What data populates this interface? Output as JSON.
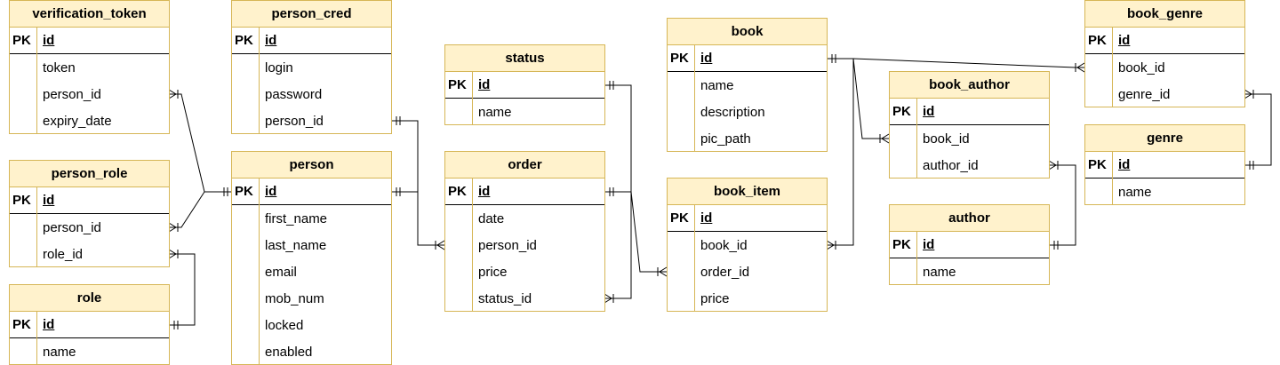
{
  "diagram": {
    "entities": {
      "verification_token": {
        "title": "verification_token",
        "pk_label": "PK",
        "pk": "id",
        "fields": [
          "token",
          "person_id",
          "expiry_date"
        ]
      },
      "person_cred": {
        "title": "person_cred",
        "pk_label": "PK",
        "pk": "id",
        "fields": [
          "login",
          "password",
          "person_id"
        ]
      },
      "status": {
        "title": "status",
        "pk_label": "PK",
        "pk": "id",
        "fields": [
          "name"
        ]
      },
      "book": {
        "title": "book",
        "pk_label": "PK",
        "pk": "id",
        "fields": [
          "name",
          "description",
          "pic_path"
        ]
      },
      "book_genre": {
        "title": "book_genre",
        "pk_label": "PK",
        "pk": "id",
        "fields": [
          "book_id",
          "genre_id"
        ]
      },
      "book_author": {
        "title": "book_author",
        "pk_label": "PK",
        "pk": "id",
        "fields": [
          "book_id",
          "author_id"
        ]
      },
      "genre": {
        "title": "genre",
        "pk_label": "PK",
        "pk": "id",
        "fields": [
          "name"
        ]
      },
      "person_role": {
        "title": "person_role",
        "pk_label": "PK",
        "pk": "id",
        "fields": [
          "person_id",
          "role_id"
        ]
      },
      "person": {
        "title": "person",
        "pk_label": "PK",
        "pk": "id",
        "fields": [
          "first_name",
          "last_name",
          "email",
          "mob_num",
          "locked",
          "enabled"
        ]
      },
      "order": {
        "title": "order",
        "pk_label": "PK",
        "pk": "id",
        "fields": [
          "date",
          "person_id",
          "price",
          "status_id"
        ]
      },
      "book_item": {
        "title": "book_item",
        "pk_label": "PK",
        "pk": "id",
        "fields": [
          "book_id",
          "order_id",
          "price"
        ]
      },
      "author": {
        "title": "author",
        "pk_label": "PK",
        "pk": "id",
        "fields": [
          "name"
        ]
      },
      "role": {
        "title": "role",
        "pk_label": "PK",
        "pk": "id",
        "fields": [
          "name"
        ]
      }
    },
    "colors": {
      "header_fill": "#fff2cc",
      "border": "#d6b656",
      "line": "#000000"
    }
  }
}
